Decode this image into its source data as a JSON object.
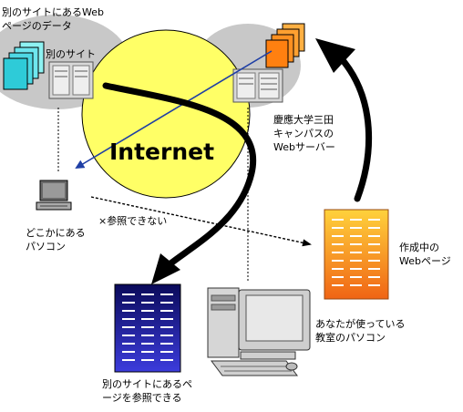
{
  "internet_label": "Internet",
  "other_site_data": {
    "line1": "別のサイトにあるWeb",
    "line2": "ページのデータ"
  },
  "other_site": "別のサイト",
  "keio": {
    "line1": "慶應大学三田",
    "line2": "キャンパスの",
    "line3": "Webサーバー"
  },
  "somewhere_pc": {
    "line1": "どこかにある",
    "line2": "パソコン"
  },
  "no_reference": "×参照できない",
  "in_progress": {
    "line1": "作成中の",
    "line2": "Webページ"
  },
  "classroom_pc": {
    "line1": "あなたが使っている",
    "line2": "教室のパソコン"
  },
  "reference_page": {
    "line1": "別のサイトにあるペ",
    "line2": "ージを参照できる"
  },
  "colors": {
    "globe": "#ffff66",
    "cloud": "#c8c8c8",
    "arrow_blue": "#1f3fa5",
    "orange_doc_top": "#ffd23c",
    "orange_doc_bottom": "#f06414",
    "navy_doc_top": "#0a0a5a",
    "navy_doc_bottom": "#3c3cdc"
  }
}
